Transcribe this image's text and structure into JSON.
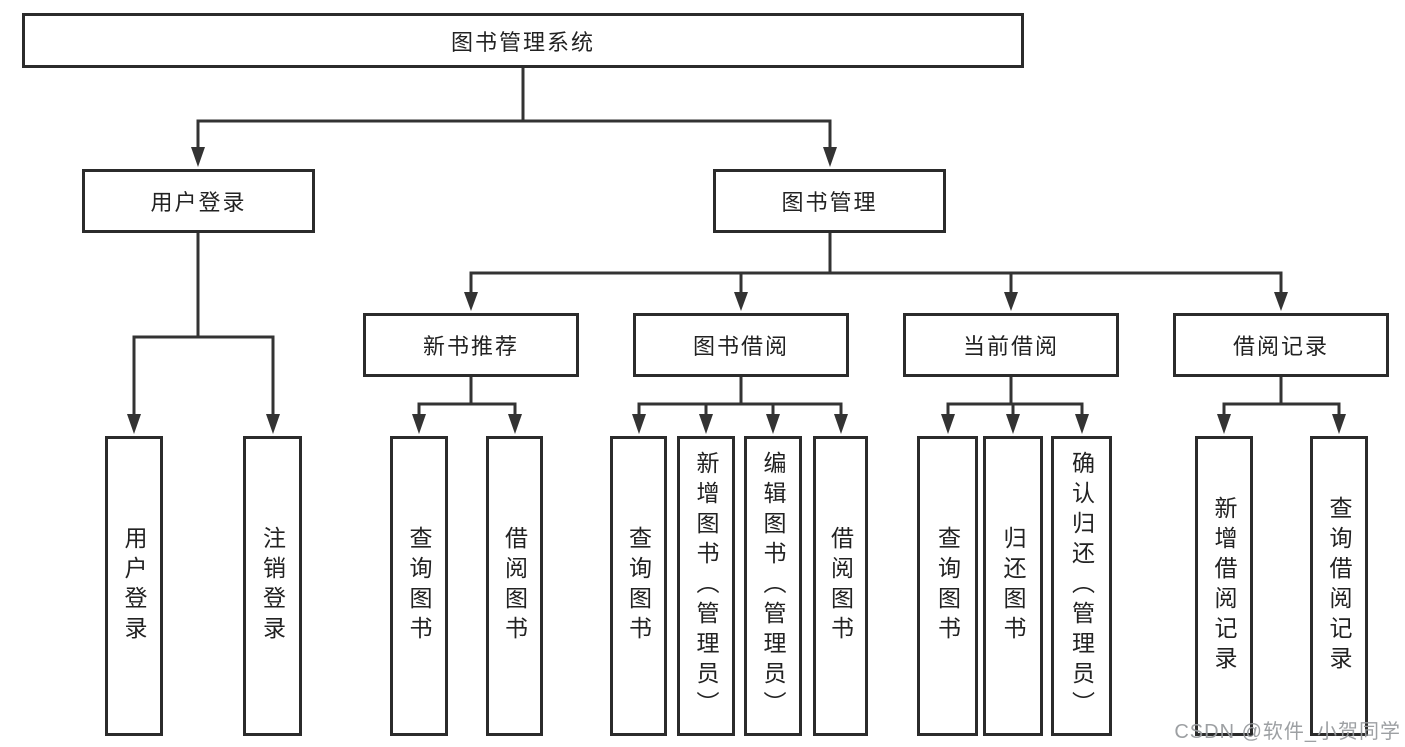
{
  "diagram": {
    "type": "hierarchy-tree",
    "root": "图书管理系统",
    "children": [
      {
        "label": "用户登录",
        "children": [
          "用户登录",
          "注销登录"
        ]
      },
      {
        "label": "图书管理",
        "children": [
          {
            "label": "新书推荐",
            "children": [
              "查询图书",
              "借阅图书"
            ]
          },
          {
            "label": "图书借阅",
            "children": [
              "查询图书",
              "新增图书（管理员）",
              "编辑图书（管理员）",
              "借阅图书"
            ]
          },
          {
            "label": "当前借阅",
            "children": [
              "查询图书",
              "归还图书",
              "确认归还（管理员）"
            ]
          },
          {
            "label": "借阅记录",
            "children": [
              "新增借阅记录",
              "查询借阅记录"
            ]
          }
        ]
      }
    ],
    "watermark": "CSDN @软件_小贺同学",
    "colors": {
      "line": "#333333",
      "box_border": "#2b2b2b",
      "text": "#222222",
      "watermark": "#989b9e",
      "background": "#ffffff"
    }
  }
}
